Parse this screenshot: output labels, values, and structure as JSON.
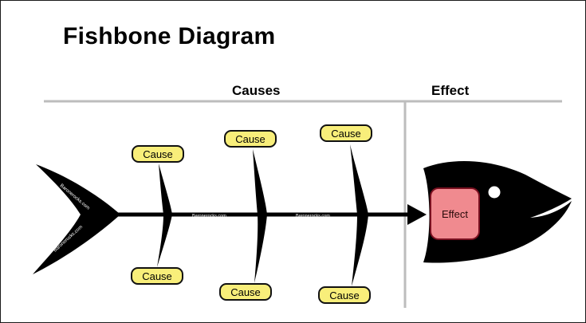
{
  "title": "Fishbone Diagram",
  "headers": {
    "causes": "Causes",
    "effect": "Effect"
  },
  "causes": {
    "top": [
      "Cause",
      "Cause",
      "Cause"
    ],
    "bottom": [
      "Cause",
      "Cause",
      "Cause"
    ]
  },
  "effect_label": "Effect",
  "watermarks": {
    "tail_upper": "Baronerocks.com",
    "tail_lower": "Baronerocks.com",
    "spine_1": "Baronerocks.com",
    "spine_2": "Baronerocks.com"
  },
  "colors": {
    "cause_fill": "#f8ee7a",
    "effect_fill": "#f08a8f",
    "fish": "#000000",
    "divider": "#bdbdbd"
  }
}
